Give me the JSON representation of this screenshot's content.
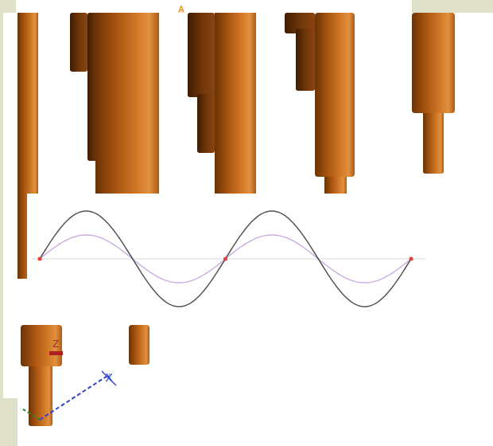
{
  "diagram": {
    "labels": [
      "A",
      "Z",
      "X"
    ]
  }
}
